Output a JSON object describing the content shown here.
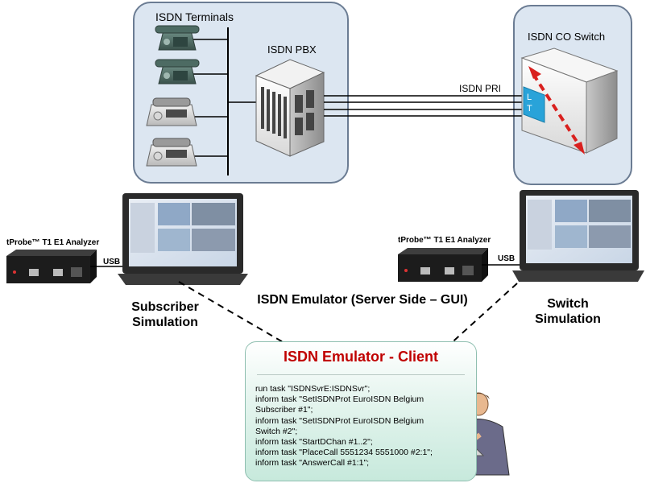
{
  "panels": {
    "pbx_group": {
      "terminals_label": "ISDN Terminals",
      "pbx_label": "ISDN PBX"
    },
    "co_group": {
      "switch_label": "ISDN CO Switch",
      "lt_label": "L T"
    }
  },
  "link_label": "ISDN PRI",
  "left_analyzer": {
    "title": "tProbe™ T1 E1 Analyzer",
    "usb_label": "USB"
  },
  "right_analyzer": {
    "title": "tProbe™ T1 E1 Analyzer",
    "usb_label": "USB"
  },
  "subscriber_label": "Subscriber\nSimulation",
  "switch_sim_label": "Switch\nSimulation",
  "server_label": "ISDN Emulator (Server Side – GUI)",
  "client": {
    "title": "ISDN Emulator - Client",
    "lines": [
      "run task \"ISDNSvrE:ISDNSvr\";",
      "inform task \"SetISDNProt EuroISDN  Belgium",
      "Subscriber #1\";",
      "inform task \"SetISDNProt EuroISDN  Belgium",
      "Switch #2\";",
      "inform task \"StartDChan #1..2\";",
      "inform task \"PlaceCall 5551234 5551000 #2:1\";",
      "inform task \"AnswerCall #1:1\";"
    ]
  },
  "colors": {
    "panel_fill": "#dce6f1",
    "panel_border": "#6b7c93",
    "client_title": "#c00000",
    "lt_box": "#29a3d9",
    "arrow": "#d9201e"
  }
}
